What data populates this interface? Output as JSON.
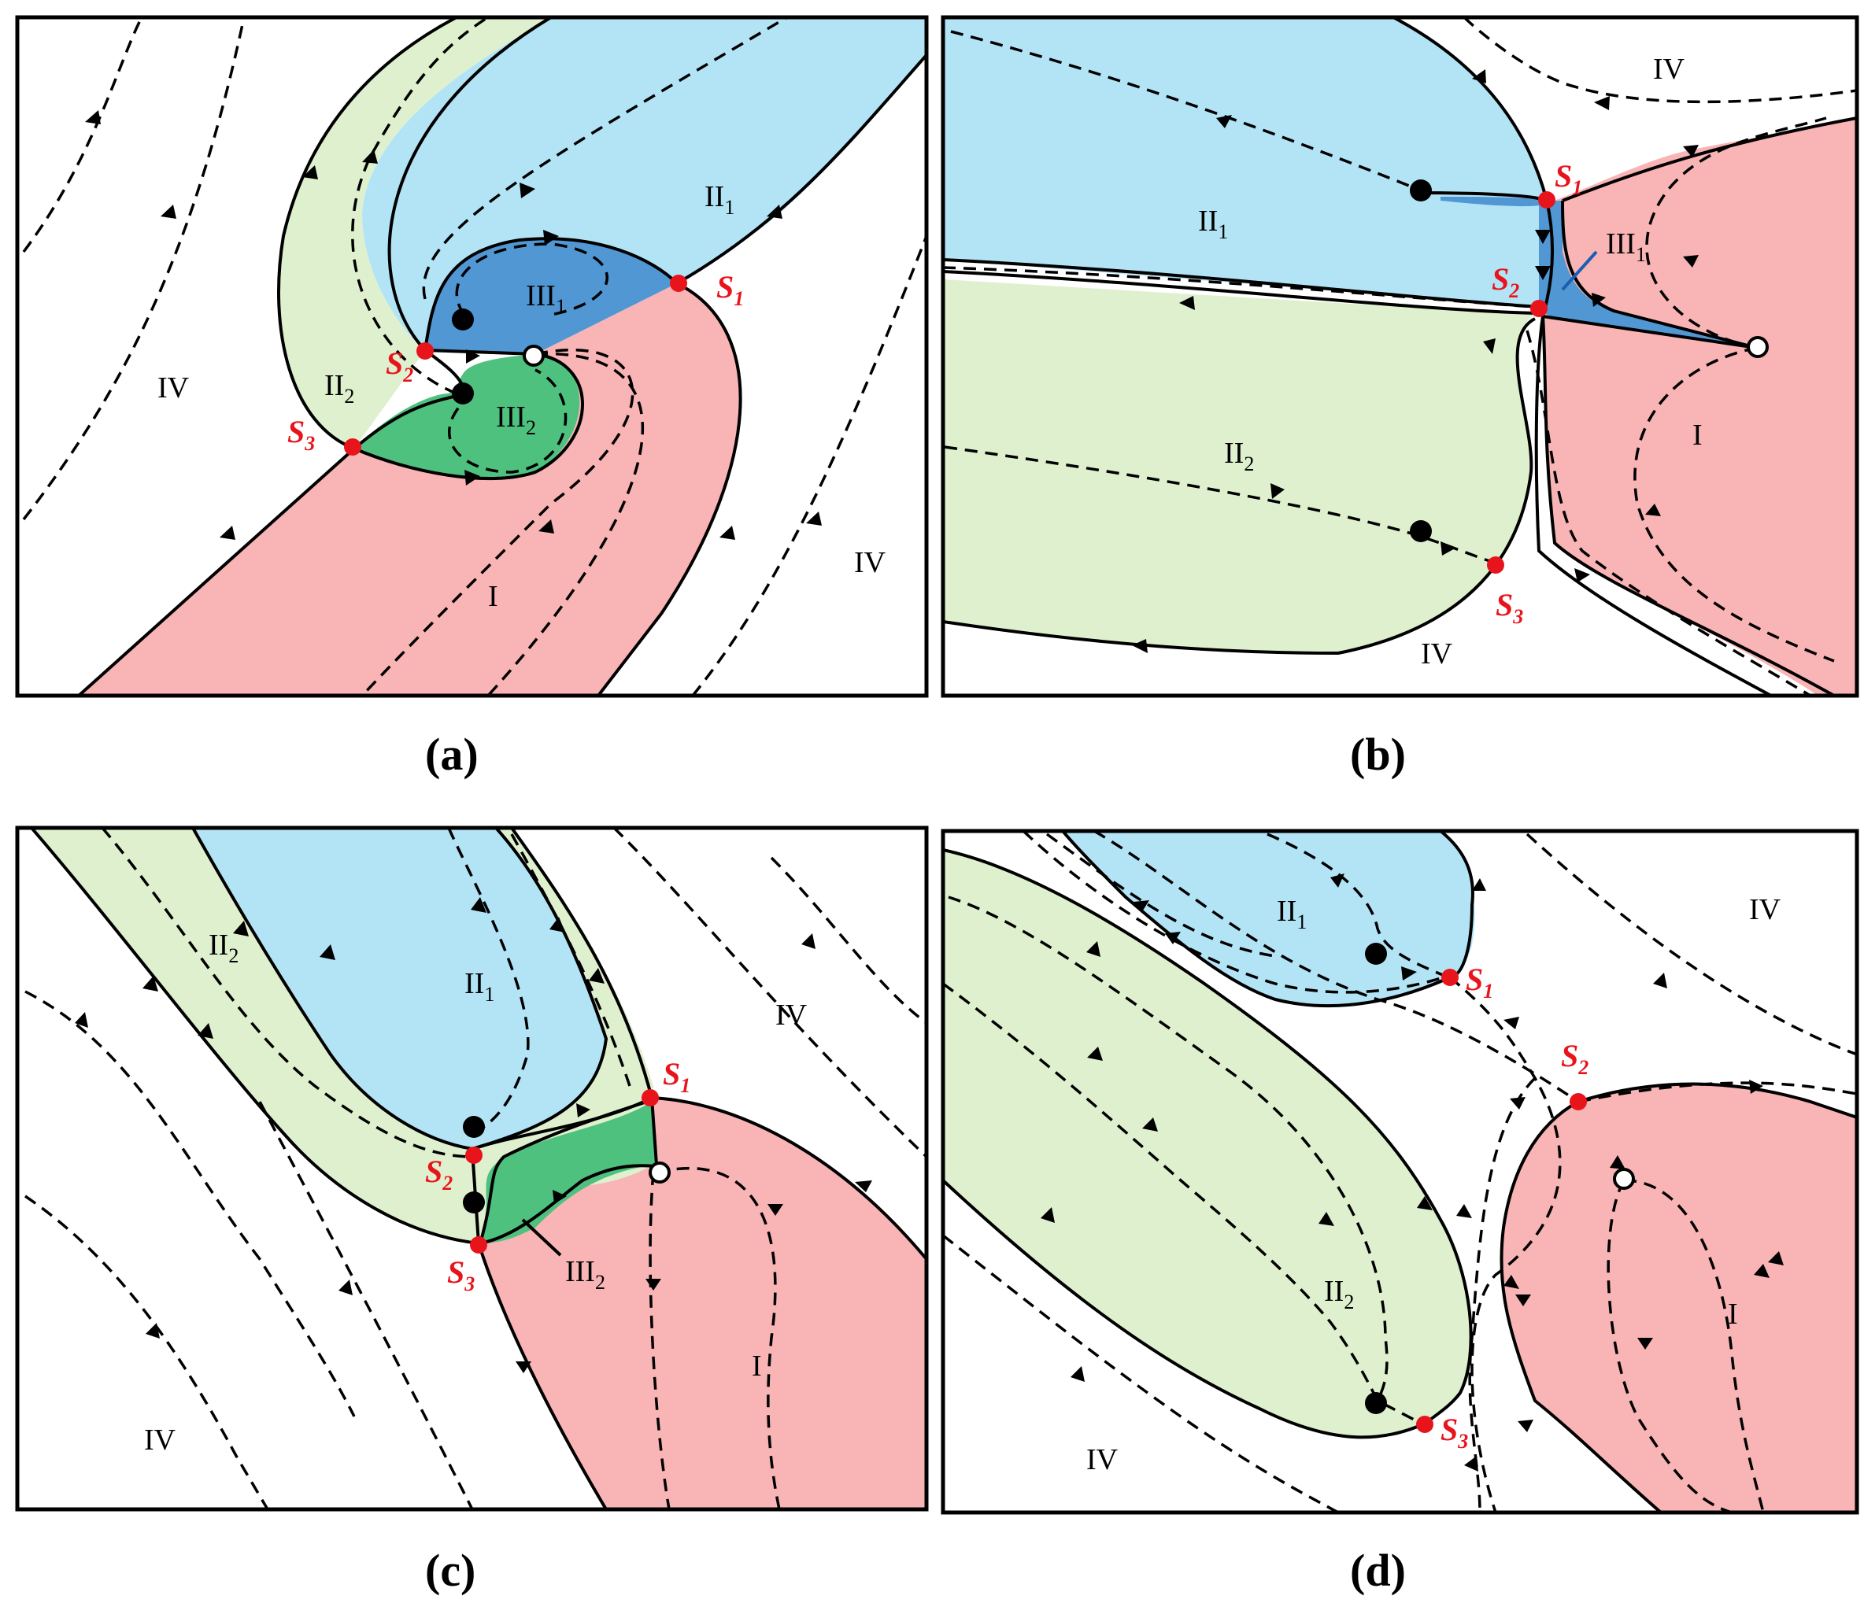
{
  "colors": {
    "region_I": "#f9b4b5",
    "region_II1": "#b3e4f6",
    "region_II2": "#dff0cf",
    "region_III1": "#5197d4",
    "region_III2": "#4fc17e",
    "saddle_point": "#e8141c",
    "stable_node": "#000000",
    "unstable_node": "#ffffff"
  },
  "panels": [
    {
      "caption": "(a)",
      "regions": {
        "I": "I",
        "II1": "II",
        "II1_sub": "1",
        "II2": "II",
        "II2_sub": "2",
        "III1": "III",
        "III1_sub": "1",
        "III2": "III",
        "III2_sub": "2",
        "IV_left": "IV",
        "IV_right": "IV"
      },
      "saddles": {
        "s1": "S",
        "s1_sub": "1",
        "s2": "S",
        "s2_sub": "2",
        "s3": "S",
        "s3_sub": "3"
      }
    },
    {
      "caption": "(b)",
      "regions": {
        "I": "I",
        "II1": "II",
        "II1_sub": "1",
        "II2": "II",
        "II2_sub": "2",
        "III1": "III",
        "III1_sub": "1",
        "IV_top": "IV",
        "IV_bottom": "IV"
      },
      "saddles": {
        "s1": "S",
        "s1_sub": "1",
        "s2": "S",
        "s2_sub": "2",
        "s3": "S",
        "s3_sub": "3"
      }
    },
    {
      "caption": "(c)",
      "regions": {
        "I": "I",
        "II1": "II",
        "II1_sub": "1",
        "II2": "II",
        "II2_sub": "2",
        "III2": "III",
        "III2_sub": "2",
        "IV_left": "IV",
        "IV_right": "IV"
      },
      "saddles": {
        "s1": "S",
        "s1_sub": "1",
        "s2": "S",
        "s2_sub": "2",
        "s3": "S",
        "s3_sub": "3"
      }
    },
    {
      "caption": "(d)",
      "regions": {
        "I": "I",
        "II1": "II",
        "II1_sub": "1",
        "II2": "II",
        "II2_sub": "2",
        "IV_top": "IV",
        "IV_bottom": "IV"
      },
      "saddles": {
        "s1": "S",
        "s1_sub": "1",
        "s2": "S",
        "s2_sub": "2",
        "s3": "S",
        "s3_sub": "3"
      }
    }
  ]
}
